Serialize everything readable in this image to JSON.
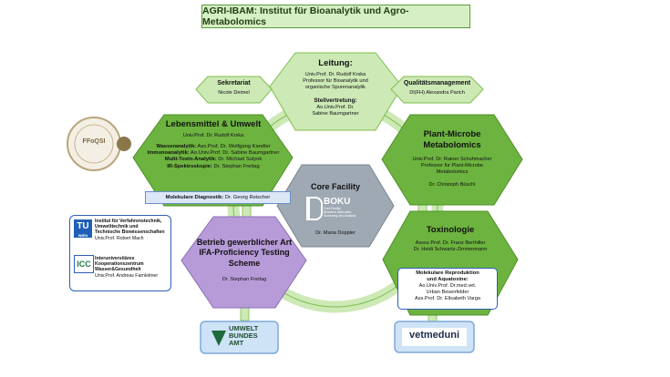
{
  "title": "AGRI-IBAM: Institut für Bioanalytik und Agro-Metabolomics",
  "leitung": {
    "title": "Leitung:",
    "lines": [
      "Univ.Prof. Dr. Rudolf Krska",
      "Professor für Bioanalytik und",
      "organische Spurenanalytik"
    ],
    "deputy_title": "Stellvertretung:",
    "deputy_lines": [
      "Ao.Univ.Prof. Dr.",
      "Sabine Baumgartner"
    ]
  },
  "sekretariat": {
    "title": "Sekretariat",
    "name": "Nicole Deimel"
  },
  "qm": {
    "title": "Qualitätsmanagement",
    "name": "DI(FH) Alexandra Parich"
  },
  "lebensmittel": {
    "title": "Lebensmittel & Umwelt",
    "head": "Univ.Prof. Dr. Rudolf Krska",
    "rows": [
      {
        "k": "Wasseranalytik:",
        "v": "Ass.Prof. Dr. Wolfgang Kandler"
      },
      {
        "k": "Immunoanalytik:",
        "v": "Ao.Univ.Prof. Dr. Sabine Baumgartner"
      },
      {
        "k": "Multi-Toxin-Analytik:",
        "v": "Dr. Michael Sulyok"
      },
      {
        "k": "IR-Spektroskopie:",
        "v": "Dr. Stephan Freitag"
      }
    ],
    "diag_k": "Molekulare Diagnostik:",
    "diag_v": "Dr. Georg Reischer"
  },
  "plant": {
    "title_1": "Plant-Microbe",
    "title_2": "Metabolomics",
    "lines": [
      "Univ.Prof. Dr. Rainer Schuhmacher",
      "Professor für Plant-Microbe",
      "Metabolomics"
    ],
    "extra": "Dr. Christoph Büschl"
  },
  "core": {
    "title": "Core Facility",
    "logo_text": "BOKU",
    "logo_sub": [
      "Core Facility",
      "Bioactive Molecules:",
      "Screening and Analysis"
    ],
    "name": "Dr. Maria Doppler"
  },
  "betrieb": {
    "title_lines": [
      "Betrieb gewerblicher Art",
      "IFA-Proficiency Testing",
      "Scheme"
    ],
    "name": "Dr. Stephan Freitag"
  },
  "toxi": {
    "title": "Toxinologie",
    "lines": [
      "Assoz.Prof. Dr. Franz Berthiller",
      "Dr. Heidi Schwartz-Zimmermann"
    ],
    "box_title": [
      "Molekulare Reproduktion",
      "und Aquatoxine:"
    ],
    "box_lines": [
      "Ao.Univ.Prof. Dr.med.vet.",
      "Urban Besenfelder",
      "Ass.Prof. Dr. Elisabeth Varga"
    ]
  },
  "tu": {
    "logo_text": "TU",
    "logo_sub": "WIEN",
    "lines_bold": [
      "Institut für Verfahrenstechnik,",
      "Umwelttechnik und",
      "Technische Biowissenschaften"
    ],
    "line_1": "Univ.Prof. Robert Mach",
    "icc_text": "ICC",
    "lines2_bold": [
      "Interuniversitäres",
      "Kooperationszentrum",
      "Wasser&Gesundheit"
    ],
    "line_2": "Univ.Prof. Andreas Farnleitner"
  },
  "ffogsi": {
    "text": "FFoQSI"
  },
  "umwelt": {
    "lines": [
      "UMWELT",
      "BUNDES",
      "AMT"
    ]
  },
  "vetmed": {
    "text": "vetmeduni"
  },
  "colors": {
    "green": "#6db33f",
    "light_green": "#cde9b6",
    "purple": "#b79bd8",
    "grey": "#9fa9b3",
    "blue": "#2f5fb3"
  }
}
